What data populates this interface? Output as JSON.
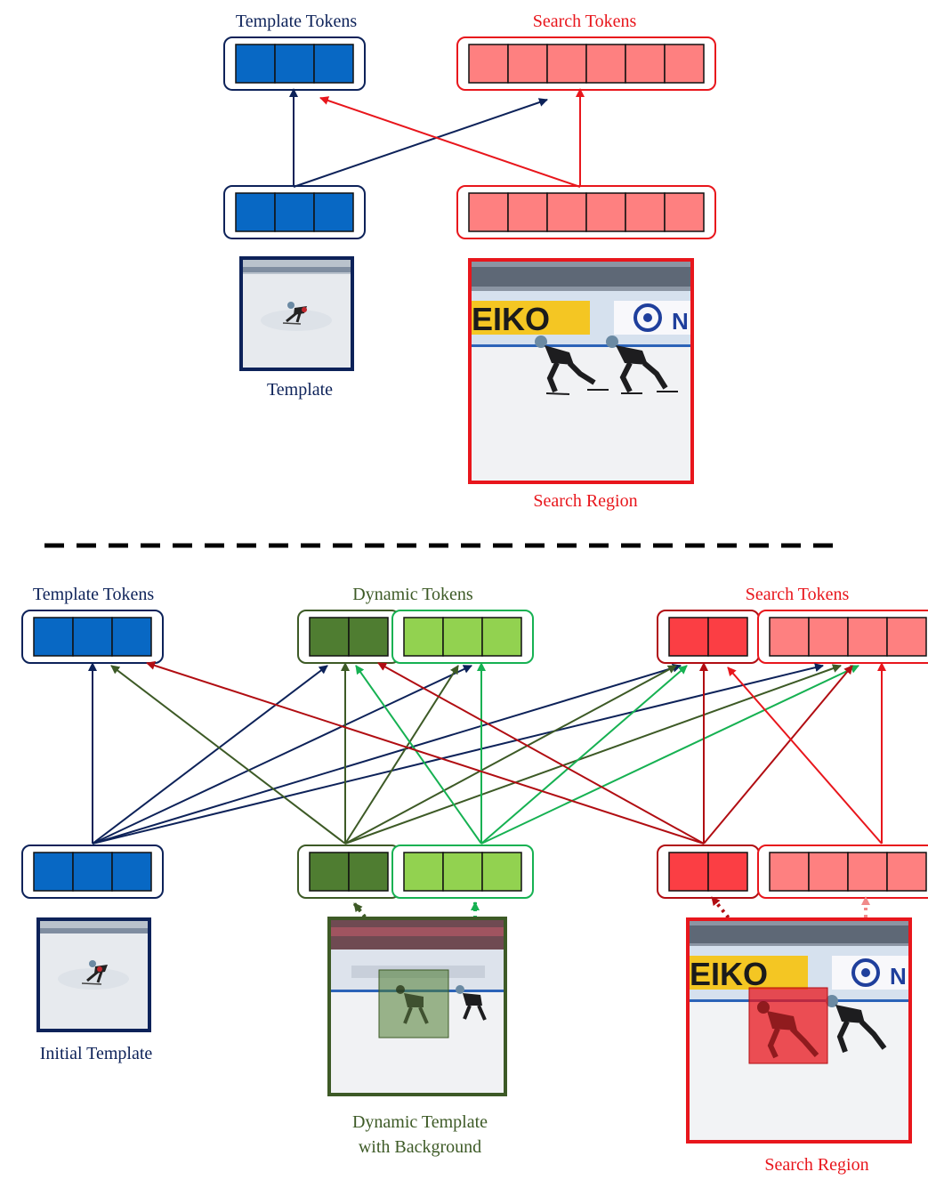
{
  "top": {
    "template_tokens_label": "Template Tokens",
    "search_tokens_label": "Search Tokens",
    "template_label": "Template",
    "search_region_label": "Search Region"
  },
  "bottom": {
    "template_tokens_label": "Template Tokens",
    "dynamic_tokens_label": "Dynamic Tokens",
    "search_tokens_label": "Search Tokens",
    "initial_template_label": "Initial Template",
    "dynamic_template_label_line1": "Dynamic Template",
    "dynamic_template_label_line2": "with Background",
    "search_region_label": "Search Region"
  },
  "photos": {
    "banner_text": "EIKO"
  },
  "colors": {
    "template_blue": "#0868c4",
    "navy": "#0d2259",
    "search_pink": "#fe8080",
    "search_red": "#fb3e44",
    "red_line": "#e8161c",
    "dark_red_line": "#b10d12",
    "dyn_dark_green": "#4f7d31",
    "dyn_light_green": "#92d250",
    "dark_green_line": "#3d5a26",
    "bright_green_line": "#16b152"
  }
}
